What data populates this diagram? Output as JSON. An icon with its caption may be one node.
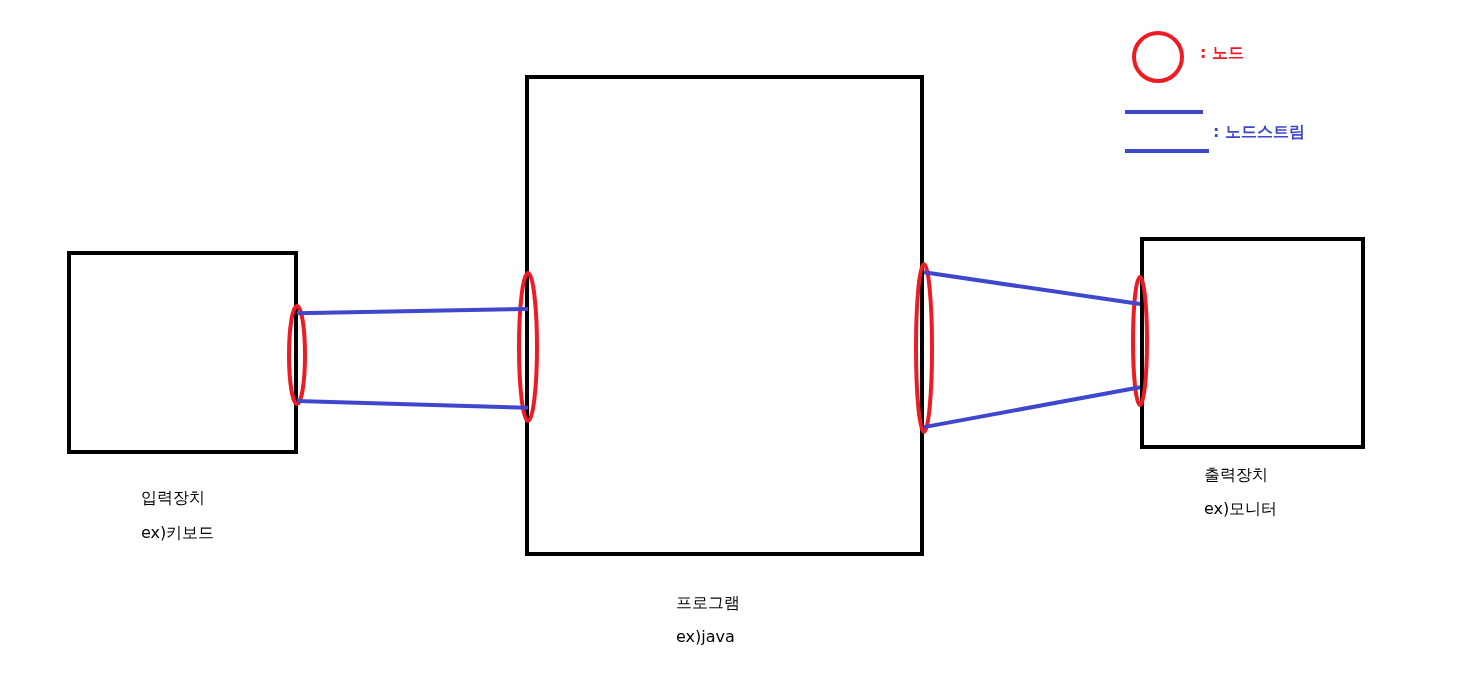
{
  "diagram": {
    "nodes": [
      {
        "text": [
          "입력장치",
          "ex)키보드"
        ]
      },
      {
        "text": [
          "프로그램",
          "ex)java"
        ]
      },
      {
        "text": [
          "출력장치",
          "ex)모니터"
        ]
      },
      {
        "text": [],
        "shape": "circle"
      },
      {
        "text": [],
        "shape": "circle"
      },
      {
        "text": [],
        "shape": "circle"
      },
      {
        "text": [],
        "shape": "circle"
      }
    ],
    "edges": [
      {
        "from": 3,
        "to": 4,
        "arrow": "none"
      },
      {
        "from": 3,
        "to": 4,
        "arrow": "none"
      },
      {
        "from": 5,
        "to": 6,
        "arrow": "none"
      },
      {
        "from": 5,
        "to": 6,
        "arrow": "none"
      }
    ],
    "legend": [
      {
        "text": ": 노드"
      },
      {
        "text": ": 노드스트림"
      }
    ]
  }
}
